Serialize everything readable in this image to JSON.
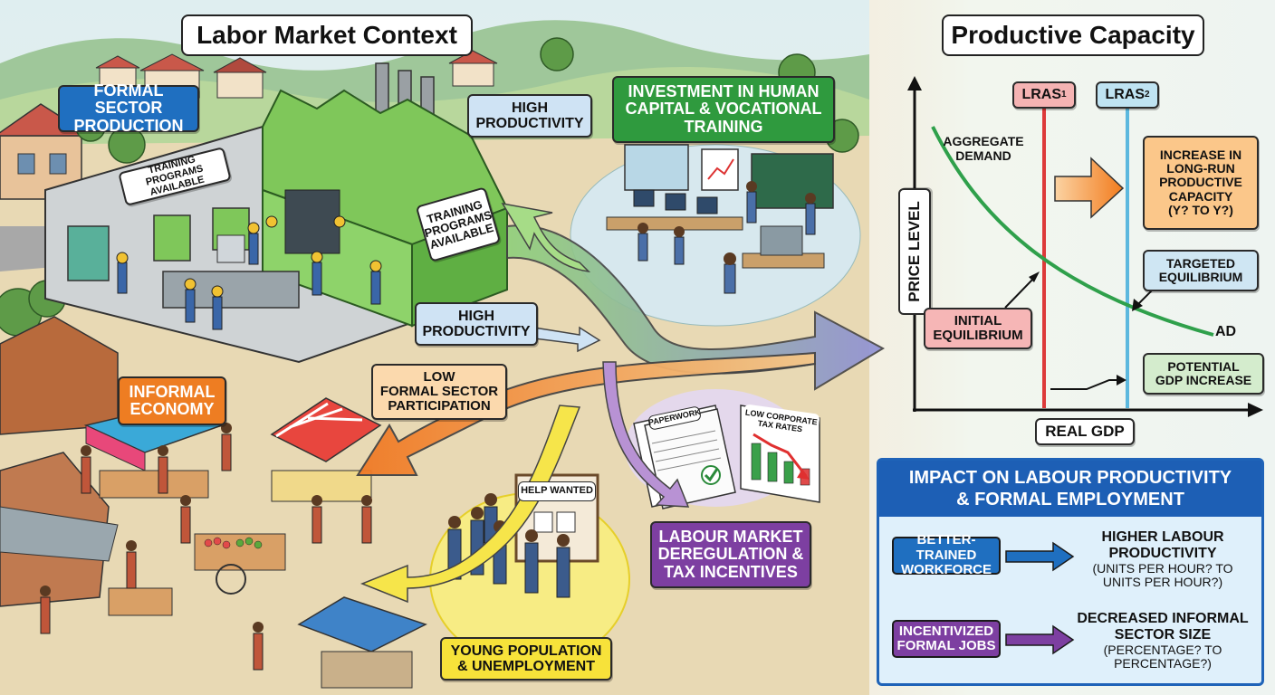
{
  "left_title": "Labor Market Context",
  "right_title": "Productive Capacity",
  "scene_labels": {
    "formal_sector": "FORMAL SECTOR\nPRODUCTION",
    "training_sign_1": "TRAINING PROGRAMS\nAVAILABLE",
    "training_sign_2": "TRAINING\nPROGRAMS\nAVAILABLE",
    "high_productivity_top": "HIGH\nPRODUCTIVITY",
    "high_productivity_mid": "HIGH\nPRODUCTIVITY",
    "investment": "INVESTMENT IN HUMAN\nCAPITAL & VOCATIONAL\nTRAINING",
    "low_formal": "LOW\nFORMAL SECTOR\nPARTICIPATION",
    "informal_economy": "INFORMAL\nECONOMY",
    "help_wanted": "HELP WANTED",
    "paperwork": "PAPERWORK",
    "low_tax": "LOW CORPORATE\nTAX RATES",
    "deregulation": "LABOUR MARKET\nDEREGULATION &\nTAX INCENTIVES",
    "young_population": "YOUNG POPULATION\n& UNEMPLOYMENT"
  },
  "chart": {
    "ylabel": "PRICE LEVEL",
    "xlabel": "REAL GDP",
    "lras1_label": "LRAS",
    "lras1_sub": "1",
    "lras2_label": "LRAS",
    "lras2_sub": "2",
    "ad_curve_label": "AGGREGATE\nDEMAND",
    "ad_label": "AD",
    "increase_label": "INCREASE IN\nLONG-RUN\nPRODUCTIVE\nCAPACITY\n(Y? TO Y?)",
    "targeted_label": "TARGETED\nEQUILIBRIUM",
    "initial_label": "INITIAL\nEQUILIBRIUM",
    "potential_label": "POTENTIAL\nGDP INCREASE"
  },
  "chart_data": {
    "type": "line",
    "title": "",
    "xlabel": "REAL GDP",
    "ylabel": "PRICE LEVEL",
    "series": [
      {
        "name": "AD",
        "kind": "downward-sloping curve"
      },
      {
        "name": "LRAS1",
        "kind": "vertical line"
      },
      {
        "name": "LRAS2",
        "kind": "vertical line"
      }
    ],
    "annotations": [
      "INITIAL EQUILIBRIUM",
      "TARGETED EQUILIBRIUM",
      "POTENTIAL GDP INCREASE",
      "INCREASE IN LONG-RUN PRODUCTIVE CAPACITY (Y? TO Y?)"
    ],
    "grid": false,
    "legend": "none"
  },
  "impact": {
    "title": "IMPACT ON LABOUR PRODUCTIVITY\n& FORMAL EMPLOYMENT",
    "rows": [
      {
        "left": "BETTER-TRAINED\nWORKFORCE",
        "right_strong": "HIGHER LABOUR\nPRODUCTIVITY",
        "right_note": "(UNITS PER HOUR? TO\nUNITS PER HOUR?)"
      },
      {
        "left": "INCENTIVIZED\nFORMAL JOBS",
        "right_strong": "DECREASED INFORMAL\nSECTOR SIZE",
        "right_note": "(PERCENTAGE? TO\nPERCENTAGE?)"
      }
    ]
  },
  "colors": {
    "formal_blue": "#1f6fc0",
    "investment_green": "#2f9a3e",
    "informal_orange": "#ee7d22",
    "dereg_purple": "#7d3fa1",
    "young_yellow": "#f7e23a",
    "lras1_red": "#dd3a3a",
    "lras2_blue": "#5cb8de",
    "ad_green": "#2fa04b",
    "impact_blue": "#1d5fb5"
  }
}
